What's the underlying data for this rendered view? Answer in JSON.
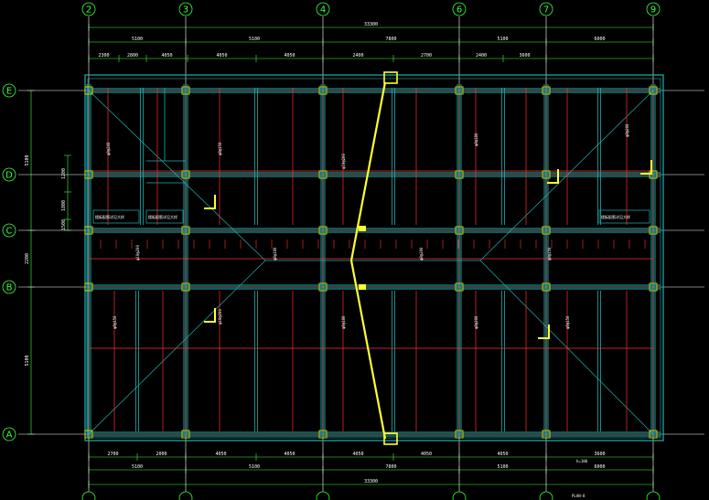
{
  "axes": {
    "vertical": [
      "2",
      "3",
      "4",
      "6",
      "7",
      "9"
    ],
    "horizontal": [
      "E",
      "D",
      "C",
      "B",
      "A"
    ]
  },
  "dims": {
    "top_overall": "33300",
    "top_mid": [
      "5100",
      "5100",
      "7800",
      "5100",
      "6000"
    ],
    "top_detail": [
      "2300",
      "2800",
      "4050",
      "4050",
      "4050",
      "2400",
      "2700",
      "2400",
      "3600"
    ],
    "bottom_detail": [
      "2700",
      "2000",
      "4050",
      "4050",
      "4050",
      "4050",
      "4050",
      "3600"
    ],
    "bottom_mid": [
      "5100",
      "5100",
      "7800",
      "5100",
      "6000"
    ],
    "bottom_overall": "33300",
    "left_outer": [
      "5100",
      "2200",
      "5100"
    ],
    "left_inner": [
      "1200",
      "1800",
      "1500"
    ]
  },
  "notes": {
    "callout_left_1": "楼板配筋详见大样",
    "callout_left_2": "楼板配筋详见大样",
    "callout_right": "楼板配筋详见大样",
    "slab_note": "h=100",
    "bottom_tag": "PLAN-8"
  },
  "rebar_labels": [
    "φ8@200",
    "φ8@150",
    "φ10@200",
    "φ8@180"
  ],
  "colors": {
    "background": "#000000",
    "axis": "#ffffff",
    "dimension": "#3cff3c",
    "beam": "#1fb0b0",
    "rebar": "#ff3030",
    "highlight": "#ffff30",
    "column": "#e0e000"
  }
}
